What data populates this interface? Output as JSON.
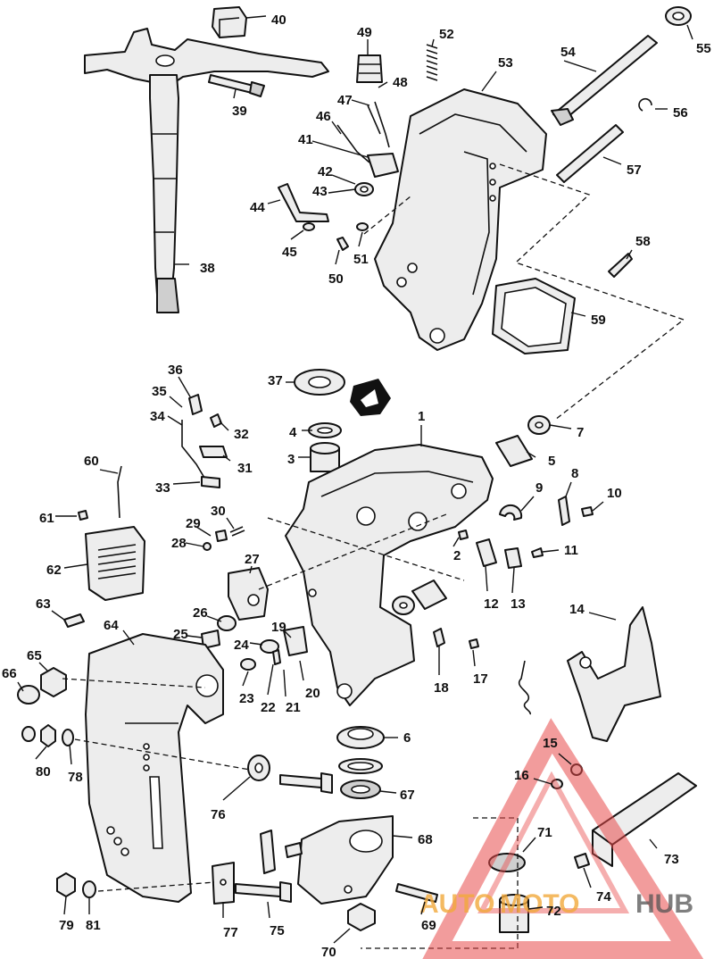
{
  "diagram": {
    "type": "exploded-parts-diagram",
    "callouts": [
      "1",
      "2",
      "3",
      "4",
      "5",
      "6",
      "7",
      "8",
      "9",
      "10",
      "11",
      "12",
      "13",
      "14",
      "15",
      "16",
      "17",
      "18",
      "19",
      "20",
      "21",
      "22",
      "23",
      "24",
      "25",
      "26",
      "27",
      "28",
      "29",
      "30",
      "31",
      "32",
      "33",
      "34",
      "35",
      "36",
      "37",
      "38",
      "39",
      "40",
      "41",
      "42",
      "43",
      "44",
      "45",
      "46",
      "47",
      "48",
      "49",
      "50",
      "51",
      "52",
      "53",
      "54",
      "55",
      "56",
      "57",
      "58",
      "59",
      "60",
      "61",
      "62",
      "63",
      "64",
      "65",
      "66",
      "67",
      "68",
      "69",
      "70",
      "71",
      "72",
      "73",
      "74",
      "75",
      "76",
      "77",
      "78",
      "79",
      "80",
      "81"
    ]
  },
  "watermark": {
    "word_a": "AUTO",
    "word_b": "MOTO",
    "word_c": "HUB",
    "colors": {
      "triangle": "#e84b4b",
      "auto": "#f2a93b",
      "hub": "#555555"
    }
  }
}
